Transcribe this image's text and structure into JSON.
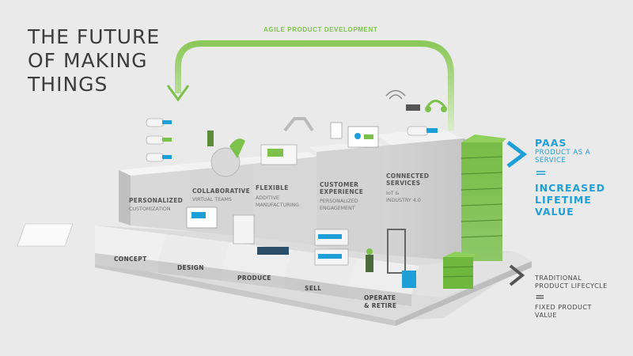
{
  "title": {
    "line1": "THE FUTURE",
    "line2": "OF MAKING",
    "line3": "THINGS"
  },
  "arrow_label": "AGILE PRODUCT DEVELOPMENT",
  "upper_stages": [
    {
      "title": "PERSONALIZED",
      "title2": "",
      "subtitle": "CUSTOMIZATION",
      "subtitle2": ""
    },
    {
      "title": "COLLABORATIVE",
      "title2": "",
      "subtitle": "VIRTUAL TEAMS",
      "subtitle2": ""
    },
    {
      "title": "FLEXIBLE",
      "title2": "",
      "subtitle": "ADDITIVE",
      "subtitle2": "MANUFACTURING"
    },
    {
      "title": "CUSTOMER",
      "title2": "EXPERIENCE",
      "subtitle": "PERSONALIZED",
      "subtitle2": "ENGAGEMENT"
    },
    {
      "title": "CONNECTED",
      "title2": "SERVICES",
      "subtitle": "IoT &",
      "subtitle2": "INDUSTRY 4.0"
    }
  ],
  "lower_stages": [
    {
      "label": "CONCEPT",
      "label2": ""
    },
    {
      "label": "DESIGN",
      "label2": ""
    },
    {
      "label": "PRODUCE",
      "label2": ""
    },
    {
      "label": "SELL",
      "label2": ""
    },
    {
      "label": "OPERATE",
      "label2": "& RETIRE"
    }
  ],
  "paas": {
    "line1": "PAAS",
    "sub1": "PRODUCT AS A",
    "sub2": "SERVICE",
    "equals": "=",
    "value1": "INCREASED",
    "value2": "LIFETIME",
    "value3": "VALUE"
  },
  "traditional": {
    "line1": "TRADITIONAL",
    "line2": "PRODUCT LIFECYCLE",
    "equals": "=",
    "value1": "FIXED PRODUCT",
    "value2": "VALUE"
  },
  "colors": {
    "accent_blue": "#1e9fd8",
    "accent_green": "#7cc24a",
    "block_top": "#f3f3f3",
    "block_front": "#d6d6d6",
    "block_side": "#c2c2c2"
  }
}
